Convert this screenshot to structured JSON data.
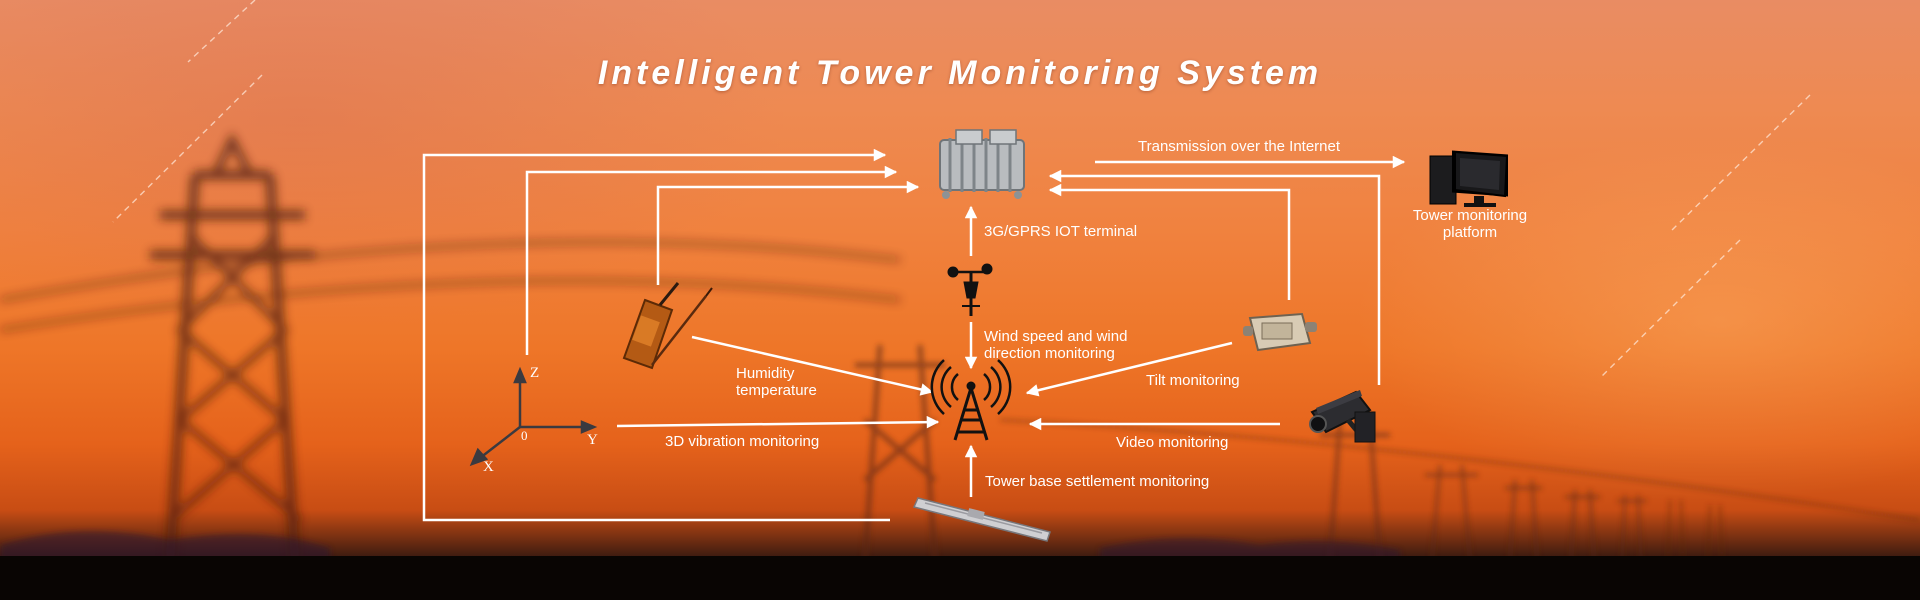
{
  "title": "Intelligent Tower Monitoring System",
  "labels": {
    "transmission": "Transmission over the Internet",
    "platform_line1": "Tower monitoring",
    "platform_line2": "platform",
    "terminal": "3G/GPRS IOT terminal",
    "wind_line1": "Wind speed and wind",
    "wind_line2": "direction monitoring",
    "humidity_line1": "Humidity",
    "humidity_line2": "temperature",
    "tilt": "Tilt monitoring",
    "vibration": "3D vibration monitoring",
    "video": "Video monitoring",
    "settlement": "Tower  base settlement monitoring"
  },
  "axis_labels": {
    "z": "Z",
    "y": "Y",
    "x": "X",
    "origin": "0"
  },
  "colors": {
    "accent": "#ffffff",
    "sky_top": "#e98c63",
    "sky_mid": "#ef7a2c",
    "ground": "#0b0604"
  },
  "icons": [
    "gateway-device-icon",
    "monitor-computer-icon",
    "anemometer-icon",
    "handheld-sensor-icon",
    "tilt-sensor-icon",
    "cctv-camera-icon",
    "signal-tower-icon",
    "settlement-rail-icon",
    "xyz-axes-icon"
  ]
}
